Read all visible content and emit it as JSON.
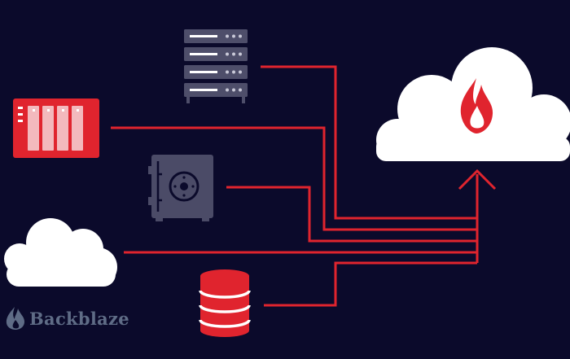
{
  "brand": {
    "name": "Backblaze",
    "icon": "backblaze-flame-icon"
  },
  "colors": {
    "background": "#0b0a2b",
    "connector": "#e0242e",
    "server": "#4e4e6a",
    "nas": "#e0242e",
    "vault": "#4b4b67",
    "cloud": "#ffffff",
    "database": "#e0242e",
    "brand": "#5f6c86"
  },
  "nodes": [
    {
      "name": "rack-server",
      "icon": "rack-server-icon"
    },
    {
      "name": "nas-device",
      "icon": "nas-icon"
    },
    {
      "name": "vault",
      "icon": "safe-icon"
    },
    {
      "name": "source-cloud",
      "icon": "cloud-icon"
    },
    {
      "name": "database",
      "icon": "database-icon"
    },
    {
      "name": "backblaze-cloud",
      "icon": "backblaze-cloud-icon"
    }
  ]
}
